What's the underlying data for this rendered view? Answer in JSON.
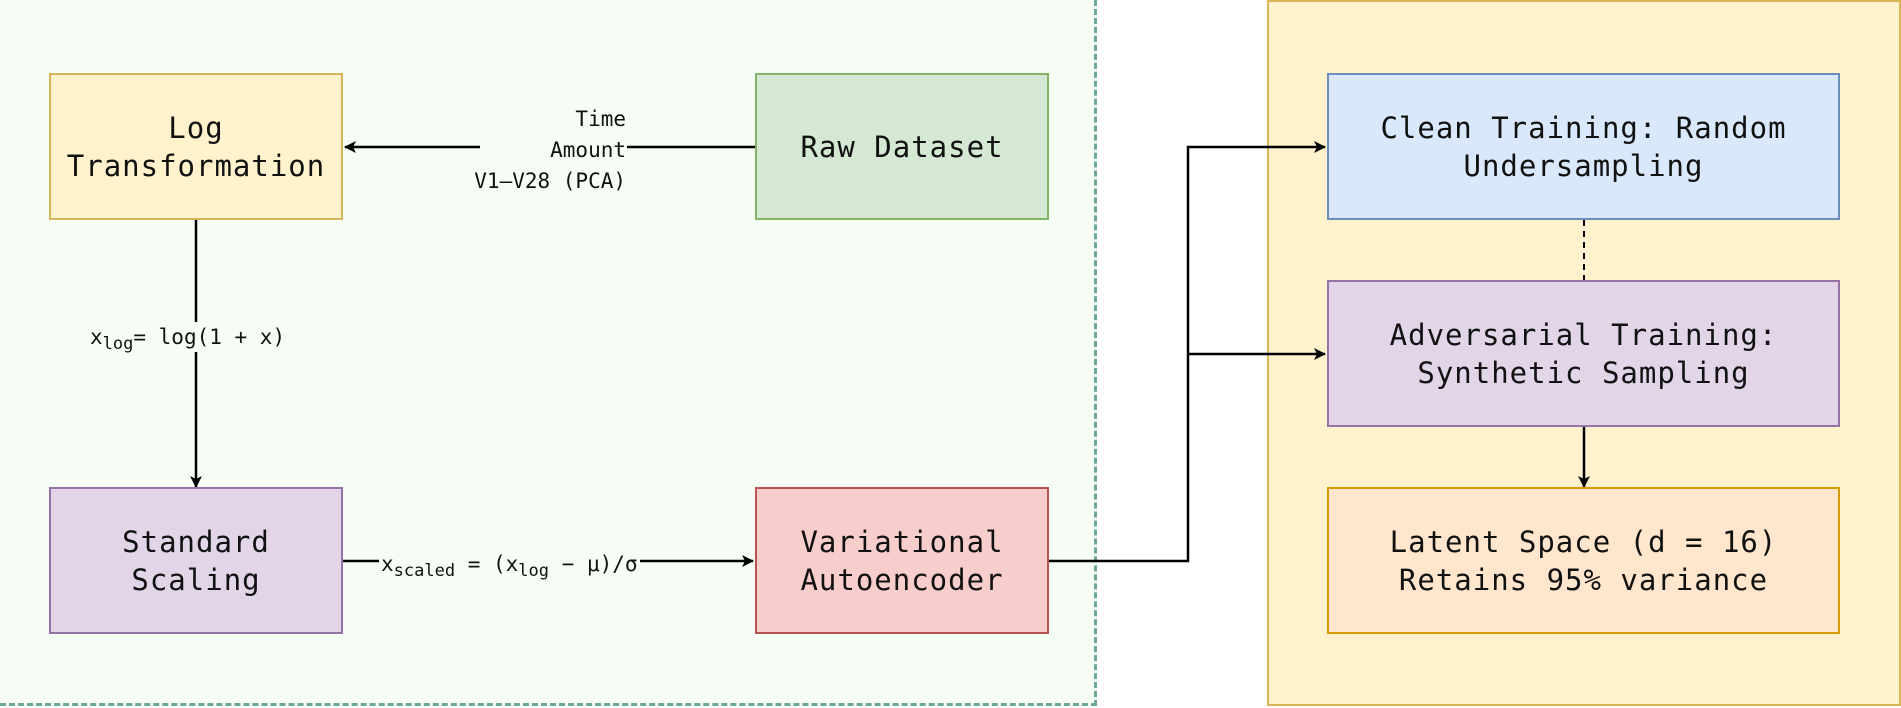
{
  "boxes": {
    "log_transform": "Log\nTransformation",
    "raw_dataset": "Raw Dataset",
    "standard_scaling": "Standard\nScaling",
    "vae": "Variational\nAutoencoder",
    "clean_training": "Clean Training: Random\nUndersampling",
    "adversarial_training": "Adversarial Training:\nSynthetic Sampling",
    "latent_space": "Latent Space (d = 16)\nRetains 95% variance"
  },
  "edge_labels": {
    "features": [
      "Time",
      "Amount",
      "V1–V28 (PCA)"
    ],
    "log_formula": {
      "var": "x",
      "sub": "log",
      "rest": "= log(1 + x)"
    },
    "scale_formula": {
      "var": "x",
      "sub": "scaled",
      "mid": " = (x",
      "sub2": "log",
      "rest": " − μ)/σ"
    }
  },
  "colors": {
    "left_group_fill": "#f6fdf4",
    "left_group_border": "#6aa89a",
    "right_group_fill": "#fff2cc",
    "right_group_border": "#d6b656"
  }
}
